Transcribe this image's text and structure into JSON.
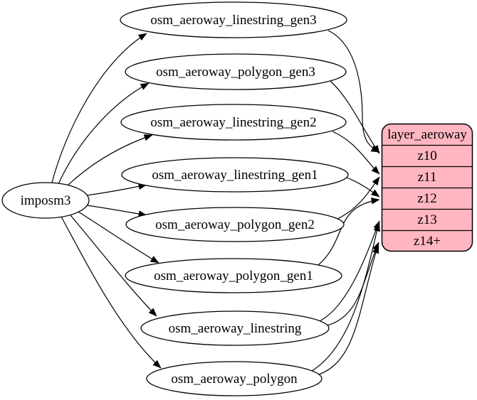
{
  "source_node": {
    "label": "imposm3"
  },
  "table_nodes": [
    {
      "label": "osm_aeroway_linestring_gen3"
    },
    {
      "label": "osm_aeroway_polygon_gen3"
    },
    {
      "label": "osm_aeroway_linestring_gen2"
    },
    {
      "label": "osm_aeroway_linestring_gen1"
    },
    {
      "label": "osm_aeroway_polygon_gen2"
    },
    {
      "label": "osm_aeroway_polygon_gen1"
    },
    {
      "label": "osm_aeroway_linestring"
    },
    {
      "label": "osm_aeroway_polygon"
    }
  ],
  "layer_node": {
    "title": "layer_aeroway",
    "zoom_rows": [
      "z10",
      "z11",
      "z12",
      "z13",
      "z14+"
    ]
  },
  "colors": {
    "layer_fill": "#ffb6c1",
    "table_fill": "#ffffff",
    "edge": "#000000",
    "text": "#000000",
    "background": "#ffffff"
  },
  "edges": {
    "from_source": [
      "osm_aeroway_linestring_gen3",
      "osm_aeroway_polygon_gen3",
      "osm_aeroway_linestring_gen2",
      "osm_aeroway_linestring_gen1",
      "osm_aeroway_polygon_gen2",
      "osm_aeroway_polygon_gen1",
      "osm_aeroway_linestring",
      "osm_aeroway_polygon"
    ],
    "table_to_layer": [
      {
        "from": "osm_aeroway_linestring_gen3",
        "to": "z10"
      },
      {
        "from": "osm_aeroway_polygon_gen3",
        "to": "z10"
      },
      {
        "from": "osm_aeroway_linestring_gen2",
        "to": "z11"
      },
      {
        "from": "osm_aeroway_polygon_gen2",
        "to": "z11"
      },
      {
        "from": "osm_aeroway_linestring_gen1",
        "to": "z12"
      },
      {
        "from": "osm_aeroway_polygon_gen1",
        "to": "z12"
      },
      {
        "from": "osm_aeroway_linestring",
        "to": "z13"
      },
      {
        "from": "osm_aeroway_polygon",
        "to": "z13"
      },
      {
        "from": "osm_aeroway_linestring",
        "to": "z14+"
      },
      {
        "from": "osm_aeroway_polygon",
        "to": "z14+"
      }
    ]
  }
}
